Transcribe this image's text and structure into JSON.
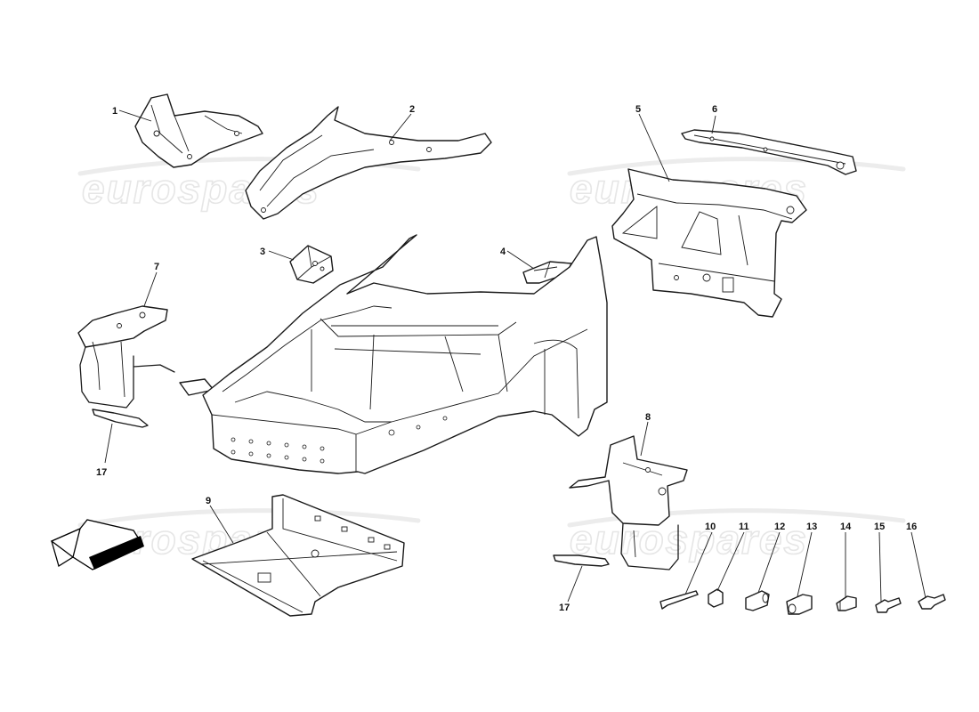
{
  "watermark": {
    "text": "eurospares",
    "color": "#e6e6e6"
  },
  "callouts": {
    "c1": "1",
    "c2": "2",
    "c3": "3",
    "c4": "4",
    "c5": "5",
    "c6": "6",
    "c7": "7",
    "c8": "8",
    "c9": "9",
    "c10": "10",
    "c11": "11",
    "c12": "12",
    "c13": "13",
    "c14": "14",
    "c15": "15",
    "c16": "16",
    "c17a": "17",
    "c17b": "17"
  },
  "direction_arrow": {
    "icon": "front-direction-arrow-icon",
    "fill": "#000000"
  },
  "line_color": "#1a1a1a"
}
